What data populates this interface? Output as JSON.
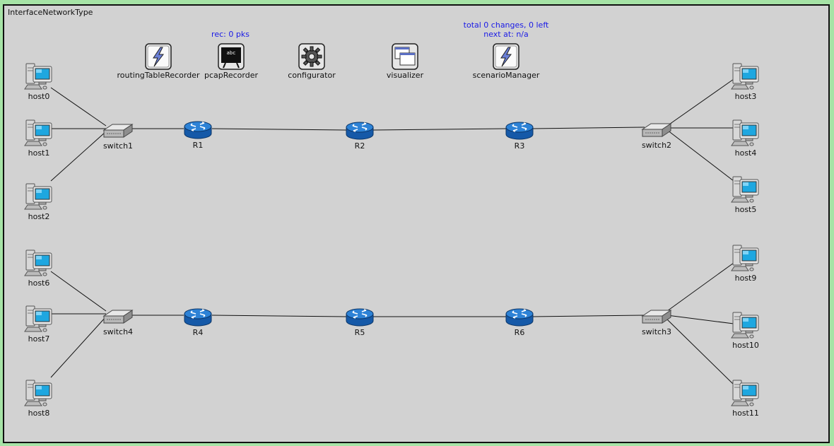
{
  "network": {
    "title": "InterfaceNetworkType"
  },
  "modules": {
    "routingTableRecorder": {
      "label": "routingTableRecorder",
      "icon": "lightning-icon"
    },
    "pcapRecorder": {
      "label": "pcapRecorder",
      "icon": "blackboard-icon",
      "status": "rec: 0 pks"
    },
    "configurator": {
      "label": "configurator",
      "icon": "gear-icon"
    },
    "visualizer": {
      "label": "visualizer",
      "icon": "windows-icon"
    },
    "scenarioManager": {
      "label": "scenarioManager",
      "icon": "lightning-icon",
      "status_line1": "total 0 changes, 0 left",
      "status_line2": "next at: n/a"
    }
  },
  "hosts": {
    "host0": "host0",
    "host1": "host1",
    "host2": "host2",
    "host3": "host3",
    "host4": "host4",
    "host5": "host5",
    "host6": "host6",
    "host7": "host7",
    "host8": "host8",
    "host9": "host9",
    "host10": "host10",
    "host11": "host11"
  },
  "switches": {
    "switch1": "switch1",
    "switch2": "switch2",
    "switch3": "switch3",
    "switch4": "switch4"
  },
  "routers": {
    "R1": "R1",
    "R2": "R2",
    "R3": "R3",
    "R4": "R4",
    "R5": "R5",
    "R6": "R6"
  },
  "colors": {
    "background": "#d2d2d2",
    "frame": "#a6e3a6",
    "status_text": "#1a1ae6",
    "router_blue": "#1f6fc0"
  }
}
